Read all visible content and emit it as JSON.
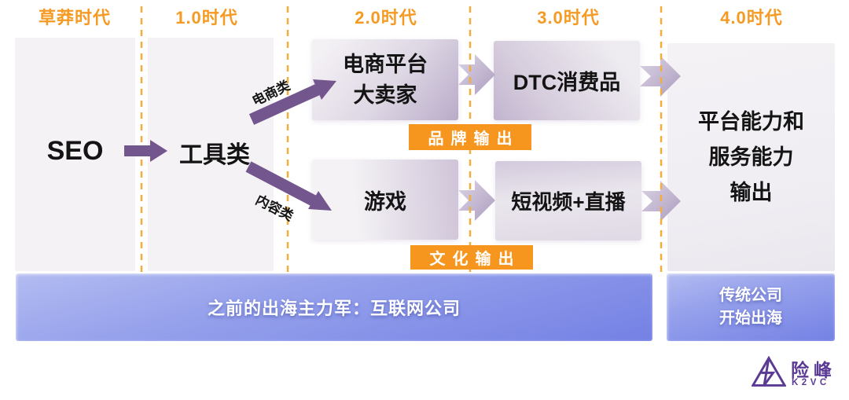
{
  "eras": [
    {
      "label": "草莽时代"
    },
    {
      "label": "1.0时代"
    },
    {
      "label": "2.0时代"
    },
    {
      "label": "3.0时代"
    },
    {
      "label": "4.0时代"
    }
  ],
  "nodes": {
    "seo": {
      "label": "SEO"
    },
    "tools": {
      "label": "工具类"
    },
    "ecommerce": {
      "line1": "电商平台",
      "line2": "大卖家"
    },
    "dtc": {
      "label": "DTC消费品"
    },
    "games": {
      "label": "游戏"
    },
    "short_video": {
      "label": "短视频+直播"
    },
    "platform": {
      "line1": "平台能力和",
      "line2": "服务能力",
      "line3": "输出"
    }
  },
  "branches": {
    "up": "电商类",
    "down": "内容类"
  },
  "badges": {
    "brand": "品牌输出",
    "culture": "文化输出"
  },
  "bottom_bands": {
    "internet": "之前的出海主力军：互联网公司",
    "traditional_line1": "传统公司",
    "traditional_line2": "开始出海"
  },
  "logo": {
    "name": "险峰",
    "subname": "K2VC"
  },
  "colors": {
    "era_orange": "#F59A23",
    "badge_orange": "#F6961F",
    "dashed_line": "#F2AE3C",
    "arrow_purple": "#74568F",
    "connector_light": "#DCD4E5",
    "connector_dark": "#AC9DBF",
    "band_blue_top": "#B3BCF1",
    "band_blue_bottom": "#7481E4",
    "logo_purple": "#5B3A94"
  }
}
